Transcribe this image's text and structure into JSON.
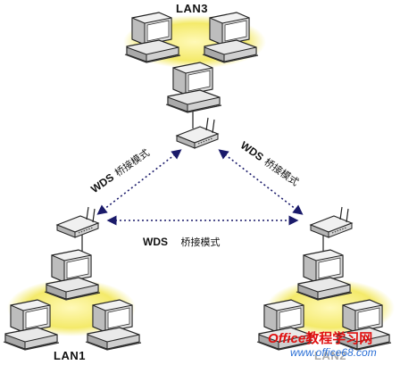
{
  "lans": [
    "LAN3",
    "LAN1",
    "LAN2"
  ],
  "links": [
    {
      "proto": "WDS",
      "mode": "桥接模式"
    },
    {
      "proto": "WDS",
      "mode": "桥接模式"
    },
    {
      "proto": "WDS",
      "mode": "桥接模式"
    }
  ],
  "watermark": {
    "brand": "Office",
    "title": "教程学习网",
    "url": "www.office68.com"
  },
  "colors": {
    "halo": "#f4ea6a",
    "link": "#1a1a6a",
    "device": "#e8e8e8",
    "watermark_red": "#e01010"
  }
}
